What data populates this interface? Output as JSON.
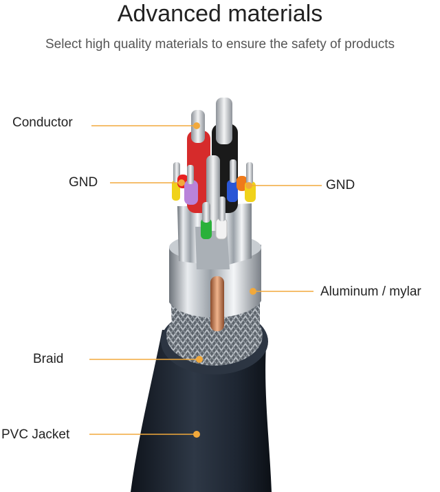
{
  "header": {
    "title": "Advanced materials",
    "subtitle": "Select high quality materials to ensure the safety of products"
  },
  "callouts": {
    "conductor": "Conductor",
    "gnd_left": "GND",
    "gnd_right": "GND",
    "aluminum_mylar": "Aluminum / mylar",
    "braid": "Braid",
    "pvc_jacket": "PVC Jacket"
  },
  "colors": {
    "leader_line": "#f2a93b",
    "jacket": "#1f2733",
    "conductor_red": "#d62b2b",
    "conductor_black": "#1a1a1a"
  }
}
